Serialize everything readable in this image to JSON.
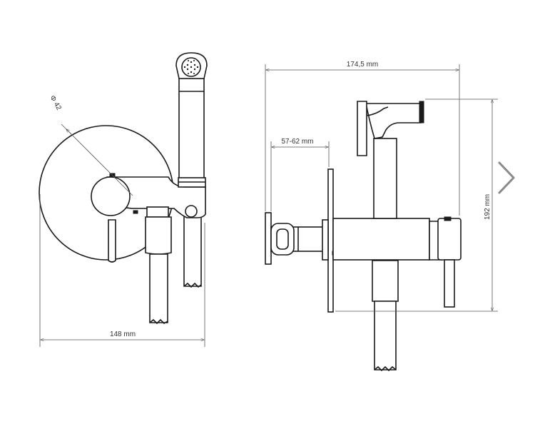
{
  "dimensions": {
    "diameter_label": "Φ 42",
    "width_front_label": "148 mm",
    "width_side_label": "174,5 mm",
    "depth_label": "57-62 mm",
    "height_label": "192 mm"
  },
  "navigation": {
    "next_icon": "chevron-right-icon"
  },
  "colors": {
    "line": "#1a1a1a",
    "dimension": "#555555",
    "chevron": "#8a8a8a"
  }
}
